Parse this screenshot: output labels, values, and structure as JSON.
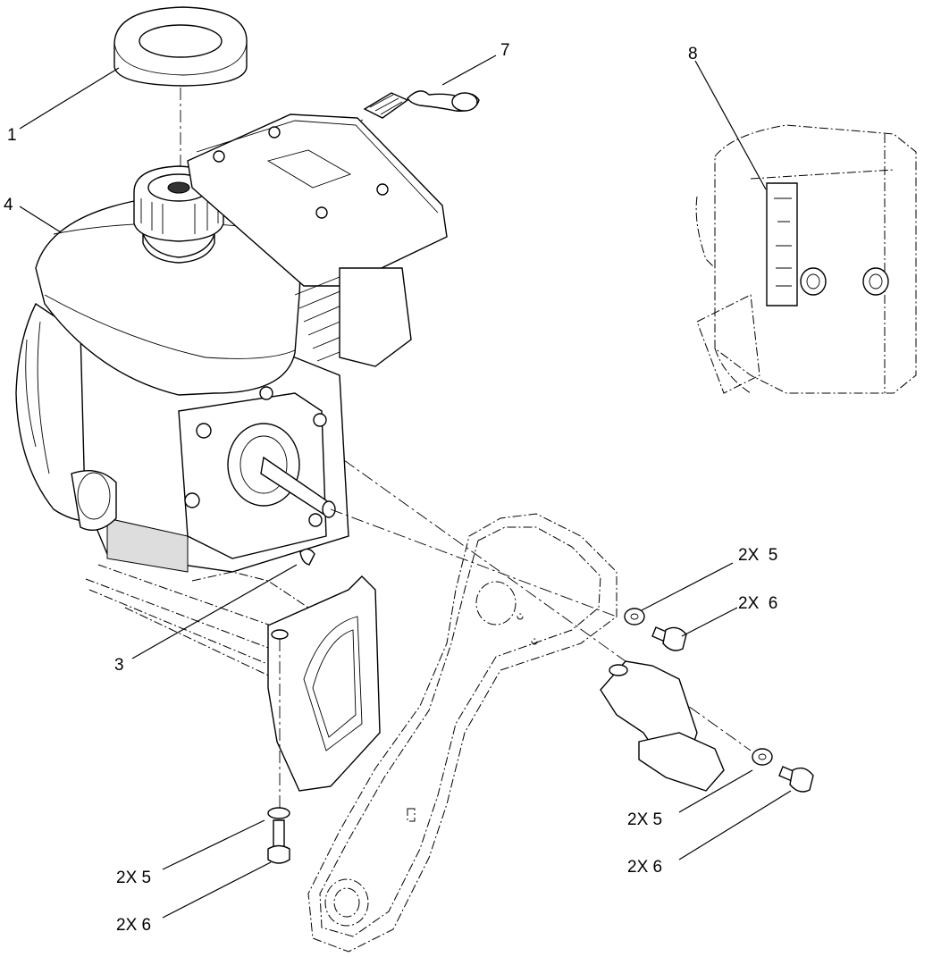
{
  "callouts": {
    "c1": "1",
    "c3": "3",
    "c4": "4",
    "c7": "7",
    "c8": "8",
    "c5_right_top": "2X  5",
    "c6_right_top": "2X  6",
    "c5_right_low": "2X 5",
    "c6_right_low": "2X 6",
    "c5_left": "2X 5",
    "c6_left": "2X 6"
  }
}
